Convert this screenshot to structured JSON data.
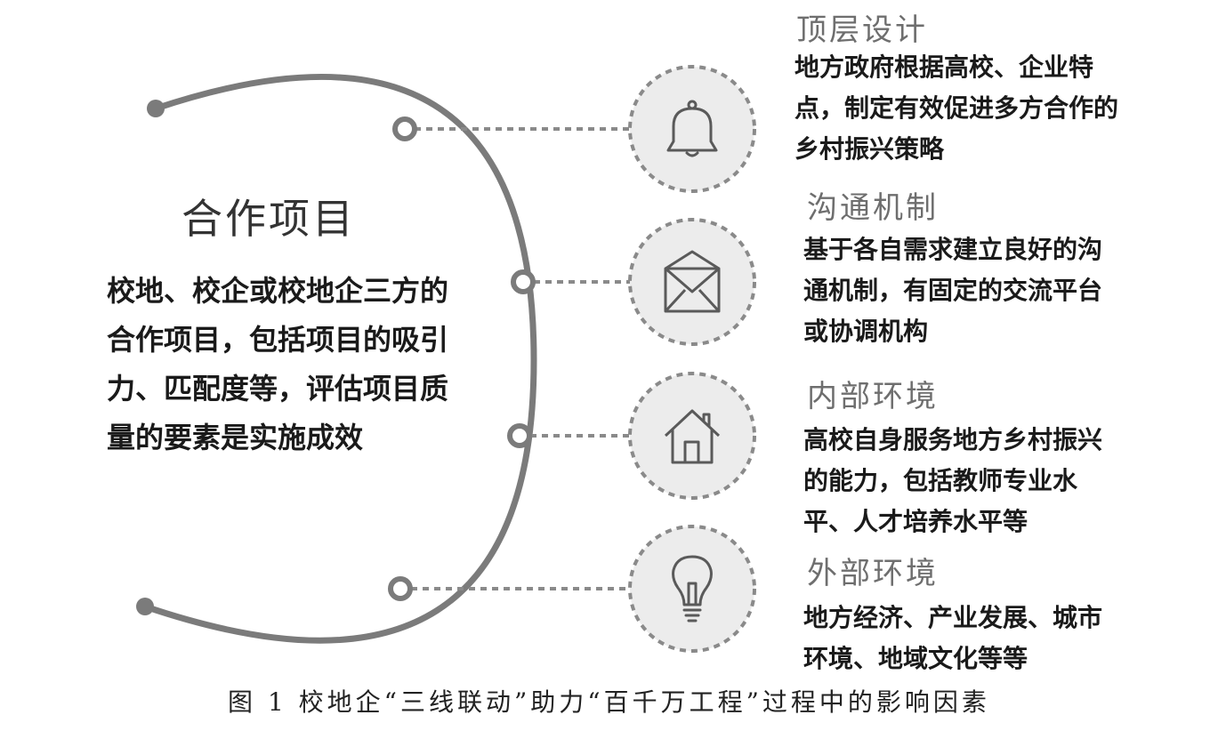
{
  "center": {
    "title": "合作项目",
    "description": "校地、校企或校地企三方的合作项目，包括项目的吸引力、匹配度等，评估项目质量的要素是实施成效"
  },
  "items": [
    {
      "title": "顶层设计",
      "description": "地方政府根据高校、企业特点，制定有效促进多方合作的乡村振兴策略",
      "icon": "bell-icon"
    },
    {
      "title": "沟通机制",
      "description": "基于各自需求建立良好的沟通机制，有固定的交流平台或协调机构",
      "icon": "envelope-icon"
    },
    {
      "title": "内部环境",
      "description": "高校自身服务地方乡村振兴的能力，包括教师专业水平、人才培养水平等",
      "icon": "house-icon"
    },
    {
      "title": "外部环境",
      "description": "地方经济、产业发展、城市环境、地域文化等等",
      "icon": "lightbulb-icon"
    }
  ],
  "caption": "图 1  校地企“三线联动”助力“百千万工程”过程中的影响因素",
  "colors": {
    "arc": "#7b7b7b",
    "dash": "#8a8a8a",
    "icon_fill": "#ececec",
    "icon_stroke": "#5a5a5a"
  }
}
